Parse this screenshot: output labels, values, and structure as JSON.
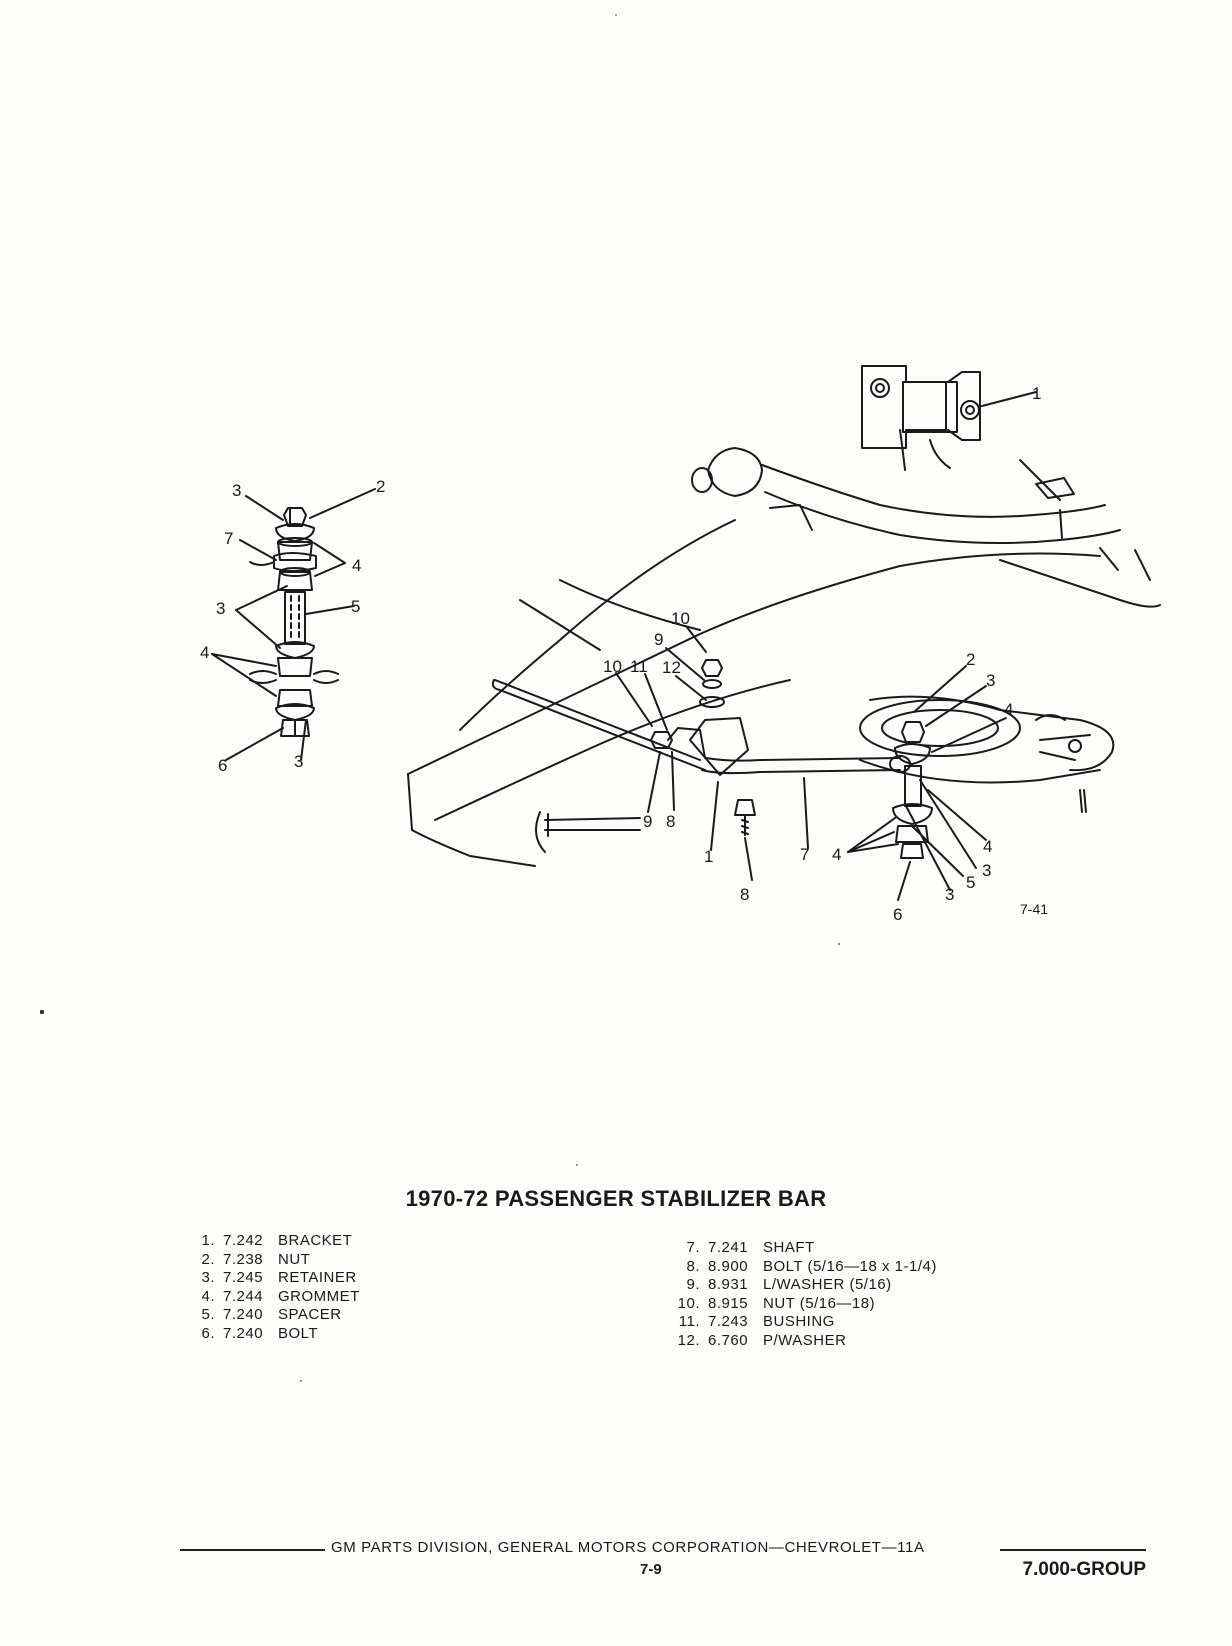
{
  "diagram": {
    "figure_number": "7-41",
    "callouts_detail": [
      "3",
      "2",
      "7",
      "4",
      "3",
      "5",
      "4",
      "6",
      "3"
    ],
    "callouts_main": [
      "1",
      "10",
      "9",
      "10",
      "11",
      "12",
      "2",
      "3",
      "4",
      "9",
      "8",
      "1",
      "7",
      "4",
      "8",
      "4",
      "3",
      "5",
      "3",
      "6"
    ]
  },
  "title": "1970-72 PASSENGER STABILIZER BAR",
  "parts_left": [
    {
      "num": "1.",
      "code": "7.242",
      "desc": "BRACKET"
    },
    {
      "num": "2.",
      "code": "7.238",
      "desc": "NUT"
    },
    {
      "num": "3.",
      "code": "7.245",
      "desc": "RETAINER"
    },
    {
      "num": "4.",
      "code": "7.244",
      "desc": "GROMMET"
    },
    {
      "num": "5.",
      "code": "7.240",
      "desc": "SPACER"
    },
    {
      "num": "6.",
      "code": "7.240",
      "desc": "BOLT"
    }
  ],
  "parts_right": [
    {
      "num": "7.",
      "code": "7.241",
      "desc": "SHAFT"
    },
    {
      "num": "8.",
      "code": "8.900",
      "desc": "BOLT (5/16—18 x 1-1/4)"
    },
    {
      "num": "9.",
      "code": "8.931",
      "desc": "L/WASHER (5/16)"
    },
    {
      "num": "10.",
      "code": "8.915",
      "desc": "NUT (5/16—18)"
    },
    {
      "num": "11.",
      "code": "7.243",
      "desc": "BUSHING"
    },
    {
      "num": "12.",
      "code": "6.760",
      "desc": "P/WASHER"
    }
  ],
  "footer": {
    "text": "GM PARTS DIVISION, GENERAL MOTORS CORPORATION—CHEVROLET—11A",
    "page": "7-9",
    "group": "7.000-GROUP"
  }
}
